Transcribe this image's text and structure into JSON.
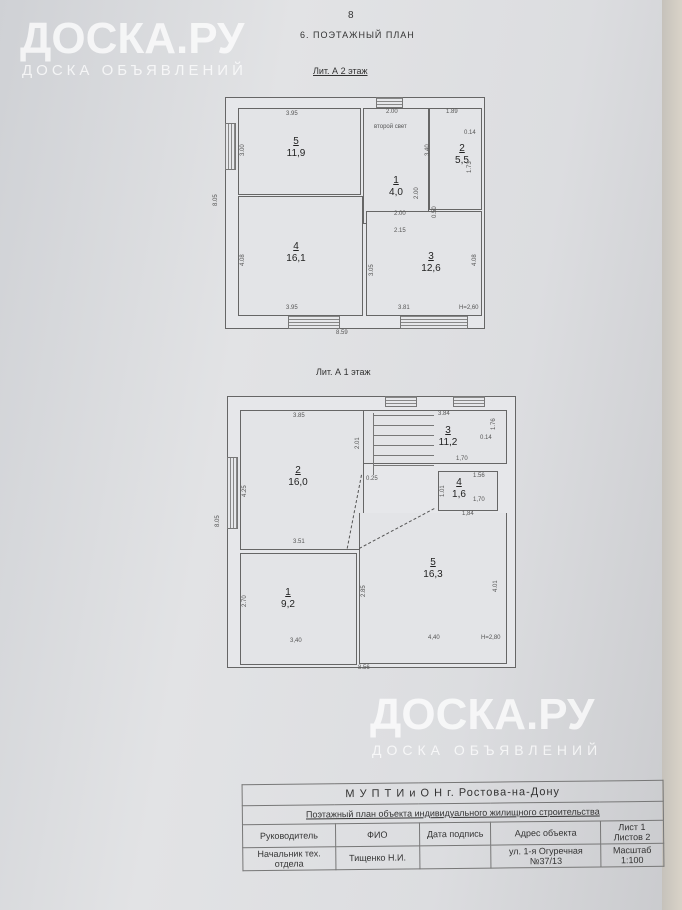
{
  "page_number": "8",
  "section_title": "6.   ПОЭТАЖНЫЙ ПЛАН",
  "watermark": {
    "brand": "ДОСКА.РУ",
    "sub": "ДОСКА ОБЪЯВЛЕНИЙ"
  },
  "floor2": {
    "title": "Лит.  А  2 этаж",
    "stair_note": "второй свет",
    "rooms": [
      {
        "num": "1",
        "area": "4,0"
      },
      {
        "num": "2",
        "area": "5,5"
      },
      {
        "num": "3",
        "area": "12,6"
      },
      {
        "num": "4",
        "area": "16,1"
      },
      {
        "num": "5",
        "area": "11,9"
      }
    ],
    "dims": {
      "top5": "3.95",
      "top1": "2.00",
      "top2": "1.89",
      "left5": "3.00",
      "left4": "4.08",
      "total_h": "8.05",
      "bot4": "3.95",
      "bot3": "3.81",
      "total_w": "8.59",
      "r1_bottom": "2.00",
      "r3_top": "2.15",
      "r1_side": "2.00",
      "r2_side": "1.73",
      "r2_w": "0.14",
      "stair_side": "3.40",
      "r3_left": "3.05",
      "r3_right": "4.08",
      "r3_top_v": "0.50",
      "height": "H=2,60"
    }
  },
  "floor1": {
    "title": "Лит. А    1 этаж",
    "rooms": [
      {
        "num": "1",
        "area": "9,2"
      },
      {
        "num": "2",
        "area": "16,0"
      },
      {
        "num": "3",
        "area": "11,2"
      },
      {
        "num": "4",
        "area": "1,6"
      },
      {
        "num": "5",
        "area": "16,3"
      }
    ],
    "dims": {
      "top2": "3.85",
      "top3": "3.84",
      "r3_side": "1.76",
      "r3_w": "0.14",
      "stair": "2.01",
      "gap": "0.25",
      "r4_top": "1,70",
      "r4_w": "1.56",
      "r4_h": "1.01",
      "r4_bot": "1,70",
      "r5_top": "1,84",
      "left2": "4.25",
      "total_h": "8.05",
      "mid": "3.51",
      "left1": "2.70",
      "r5_left": "2.85",
      "r5_right": "4.01",
      "bot1": "3,40",
      "bot5": "4,40",
      "total_w": "8.56",
      "height": "H=2,80"
    }
  },
  "stamp": {
    "org": "М У П Т И и О Н  г. Ростова-на-Дону",
    "doc": "Поэтажный  план объекта индивидуального жилищного строительства",
    "h_head": "Руководитель",
    "h_fio": "ФИО",
    "h_date": "Дата подпись",
    "h_addr": "Адрес объекта",
    "sheet": "Лист  1",
    "sheets": "Листов  2",
    "role": "Начальник тех. отдела",
    "name": "Тищенко Н.И.",
    "addr": "ул. 1-я Огуречная №37/13",
    "scale_label": "Масштаб",
    "scale": "1:100"
  }
}
